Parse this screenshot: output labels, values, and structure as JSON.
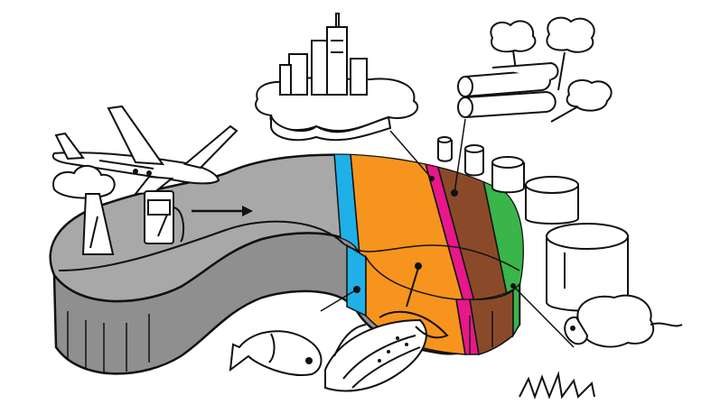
{
  "colors": {
    "background": "#ffffff",
    "ink": "#111111",
    "grey_band": "#9c9c9c",
    "grey_top": "#a8a8a8",
    "cyan_band": "#1fb0e8",
    "orange_band": "#f7941d",
    "magenta_band": "#e8178a",
    "brown_band": "#8a4a2a",
    "green_band": "#39b54a"
  },
  "bands": [
    {
      "name": "grey",
      "color": "#9c9c9c"
    },
    {
      "name": "cyan",
      "color": "#1fb0e8"
    },
    {
      "name": "orange",
      "color": "#f7941d"
    },
    {
      "name": "magenta",
      "color": "#e8178a"
    },
    {
      "name": "brown",
      "color": "#8a4a2a"
    },
    {
      "name": "green",
      "color": "#39b54a"
    }
  ],
  "icons": [
    "airplane-icon",
    "factory-icon",
    "fuel-pump-icon",
    "city-skyline-icon",
    "tree-icon",
    "log-pile-icon",
    "storage-tank-icon",
    "fish-icon",
    "corn-icon",
    "sheep-icon",
    "grass-icon"
  ]
}
